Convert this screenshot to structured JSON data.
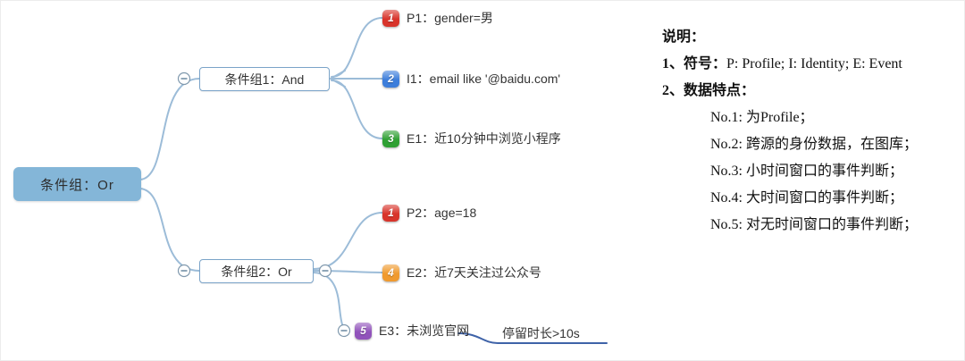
{
  "mindmap": {
    "root": {
      "label": "条件组：Or",
      "bg": "#84b6d8"
    },
    "groups": [
      {
        "label": "条件组1：And"
      },
      {
        "label": "条件组2：Or"
      }
    ],
    "leaves": [
      {
        "num": "1",
        "color": "#d8342b",
        "text": "P1：gender=男"
      },
      {
        "num": "2",
        "color": "#3d7edb",
        "text": "I1：email like '@baidu.com'"
      },
      {
        "num": "3",
        "color": "#2fa033",
        "text": "E1：近10分钟中浏览小程序"
      },
      {
        "num": "1",
        "color": "#d8342b",
        "text": "P2：age=18"
      },
      {
        "num": "4",
        "color": "#f09a2e",
        "text": "E2：近7天关注过公众号"
      },
      {
        "num": "5",
        "color": "#9153bb",
        "text": "E3：未浏览官网"
      }
    ],
    "subleaf": {
      "text": "停留时长>10s"
    },
    "connector_color": "#9cbcd8",
    "subbranch_color": "#3f63a8"
  },
  "notes": {
    "title": "说明：",
    "items": [
      {
        "label": "1、符号：",
        "text": "P: Profile; I: Identity; E: Event"
      },
      {
        "label": "2、数据特点：",
        "text": ""
      }
    ],
    "points": [
      "No.1: 为Profile；",
      "No.2: 跨源的身份数据，在图库；",
      "No.3: 小时间窗口的事件判断；",
      "No.4: 大时间窗口的事件判断；",
      "No.5: 对无时间窗口的事件判断；"
    ]
  }
}
